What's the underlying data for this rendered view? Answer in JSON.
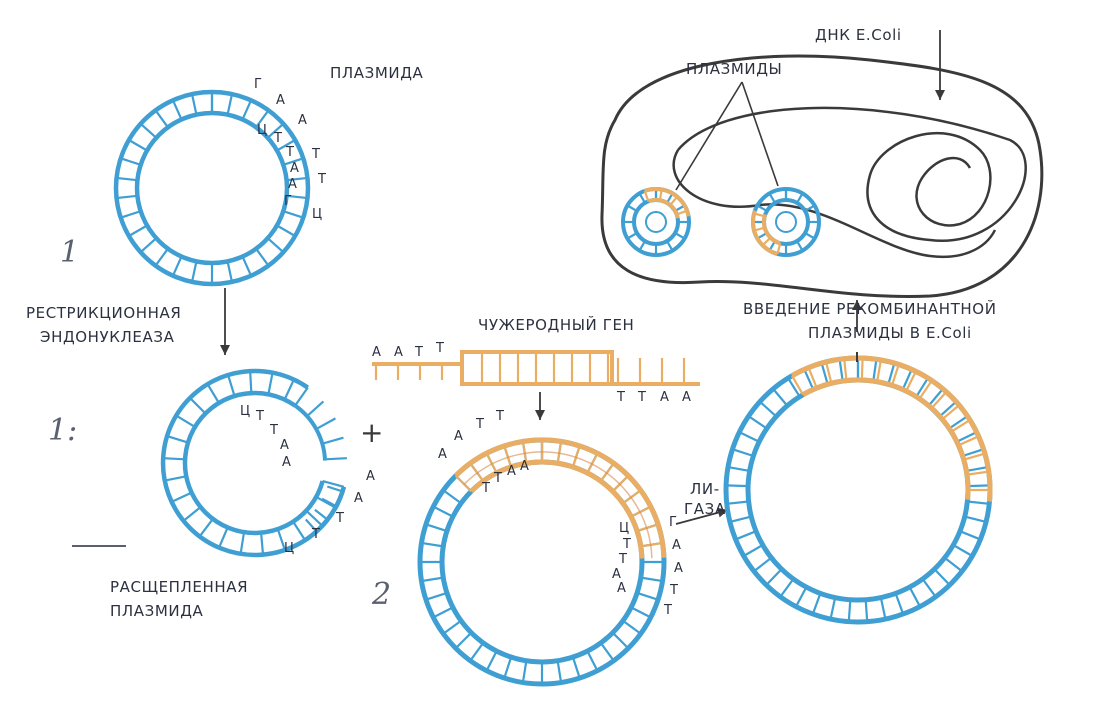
{
  "labels": {
    "plasmid": "ПЛАЗМИДА",
    "restriction_1": "РЕСТРИКЦИОННАЯ",
    "restriction_2": "ЭНДОНУКЛЕАЗА",
    "cleaved_1": "РАСЩЕПЛЕННАЯ",
    "cleaved_2": "ПЛАЗМИДА",
    "foreign_gene": "ЧУЖЕРОДНЫЙ ГЕН",
    "ligase_1": "ЛИ-",
    "ligase_2": "ГАЗА",
    "intro_1": "ВВЕДЕНИЕ РЕКОМБИНАНТНОЙ",
    "intro_2": "ПЛАЗМИДЫ В E.Coli",
    "plasmids": "ПЛАЗМИДЫ",
    "dna_ecoli": "ДНК E.Coli",
    "plus": "+"
  },
  "bases": {
    "top_outer": [
      "Г",
      "А",
      "А",
      "Т",
      "Т",
      "Ц"
    ],
    "top_inner": [
      "Ц",
      "Т",
      "Т",
      "А",
      "А",
      "Г"
    ],
    "cut_upper": [
      "Ц",
      "Т",
      "Т",
      "А",
      "А"
    ],
    "cut_lower": [
      "А",
      "А",
      "Т",
      "Т",
      "Ц"
    ],
    "gene_left": [
      "А",
      "А",
      "Т",
      "Т"
    ],
    "gene_right": [
      "Т",
      "Т",
      "А",
      "А"
    ],
    "rec_top_outer": [
      "А",
      "А",
      "Т",
      "Т"
    ],
    "rec_top_inner": [
      "Т",
      "Т",
      "А",
      "А"
    ],
    "rec_right_inner": [
      "Ц",
      "Т",
      "Т",
      "А",
      "А"
    ],
    "rec_right_outer": [
      "Г",
      "А",
      "А",
      "Т",
      "Т"
    ]
  },
  "handwritten": {
    "mark_1": "1",
    "mark_2": "1:",
    "mark_3": "2"
  },
  "colors": {
    "blue": "#3f9fd3",
    "orange": "#e9ae63",
    "dark": "#3a3a3a"
  }
}
